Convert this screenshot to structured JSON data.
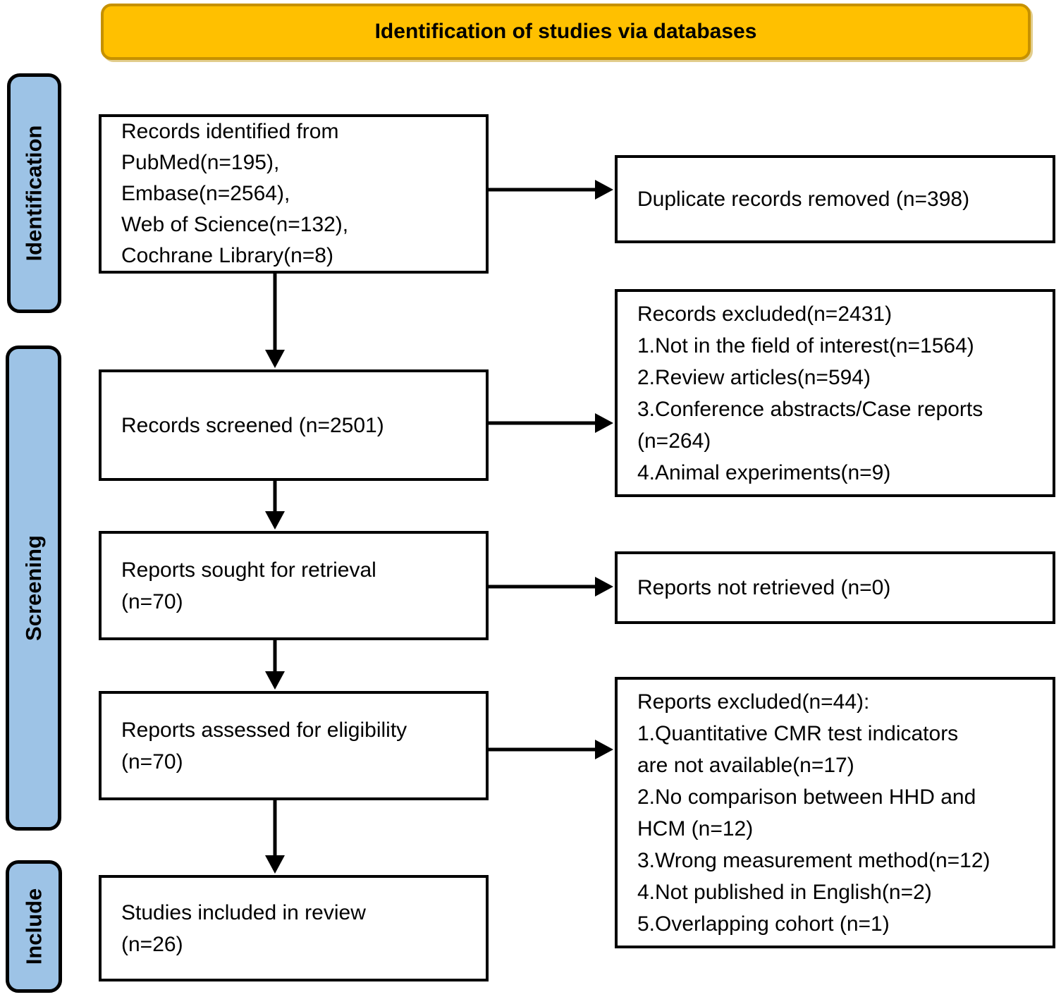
{
  "banner": {
    "label": "Identification of studies via databases"
  },
  "colors": {
    "banner_bg": "#FFC000",
    "banner_border": "#C69100",
    "stage_bg": "#9DC3E6"
  },
  "stages": [
    {
      "label": "Identification"
    },
    {
      "label": "Screening"
    },
    {
      "label": "Include"
    }
  ],
  "flow_boxes": [
    {
      "lines": [
        "Records identified from",
        "PubMed(n=195),",
        "Embase(n=2564),",
        "Web of Science(n=132),",
        "Cochrane Library(n=8)"
      ]
    },
    {
      "lines": [
        "Records screened (n=2501)"
      ]
    },
    {
      "lines": [
        "Reports sought for retrieval",
        "(n=70)"
      ]
    },
    {
      "lines": [
        "Reports assessed for eligibility",
        "(n=70)"
      ]
    },
    {
      "lines": [
        "Studies included in review",
        "(n=26)"
      ]
    }
  ],
  "exclusion_boxes": [
    {
      "lines": [
        "Duplicate records removed (n=398)"
      ]
    },
    {
      "lines": [
        "Records excluded(n=2431)",
        "1.Not in the field of interest(n=1564)",
        "2.Review articles(n=594)",
        "3.Conference abstracts/Case reports",
        "(n=264)",
        "4.Animal experiments(n=9)"
      ]
    },
    {
      "lines": [
        "Reports not retrieved (n=0)"
      ]
    },
    {
      "lines": [
        "Reports excluded(n=44):",
        "1.Quantitative CMR test indicators",
        "are not available(n=17)",
        "2.No comparison between HHD and",
        "HCM (n=12)",
        "3.Wrong measurement method(n=12)",
        "4.Not published in English(n=2)",
        "5.Overlapping cohort (n=1)"
      ]
    }
  ]
}
